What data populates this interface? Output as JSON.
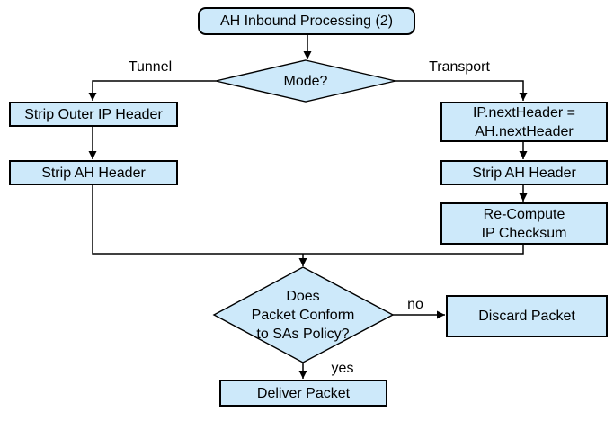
{
  "colors": {
    "background": "#ffffff",
    "node_fill": "#cde9fa",
    "node_border": "#000000",
    "line": "#000000",
    "text": "#000000"
  },
  "nodes": {
    "start": "AH Inbound Processing (2)",
    "mode": "Mode?",
    "strip_outer_ip": "Strip Outer IP Header",
    "strip_ah_tunnel": "Strip AH Header",
    "ip_next_header_line1": "IP.nextHeader =",
    "ip_next_header_line2": "AH.nextHeader",
    "strip_ah_transport": "Strip AH Header",
    "recompute_line1": "Re-Compute",
    "recompute_line2": "IP Checksum",
    "policy_line1": "Does",
    "policy_line2": "Packet Conform",
    "policy_line3": "to SAs Policy?",
    "discard": "Discard Packet",
    "deliver": "Deliver Packet"
  },
  "edge_labels": {
    "tunnel": "Tunnel",
    "transport": "Transport",
    "no": "no",
    "yes": "yes"
  }
}
